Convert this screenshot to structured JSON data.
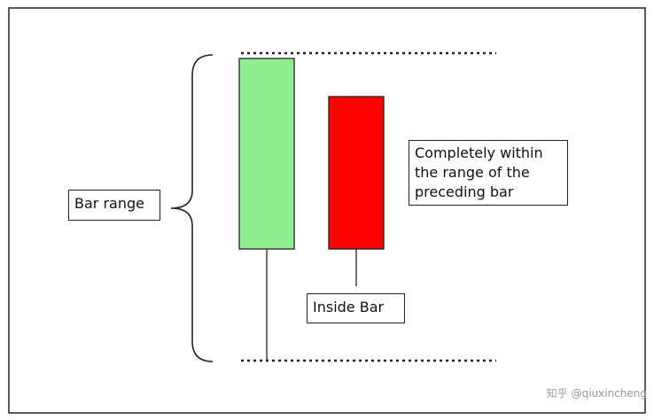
{
  "labels": {
    "bar_range": "Bar range",
    "inside_bar": "Inside Bar",
    "note_line1": "Completely within",
    "note_line2": "the range of the",
    "note_line3": "preceding bar"
  },
  "watermark": "知乎 @qiuxincheng",
  "colors": {
    "frame": "#222222",
    "mother_bar_fill": "#90ee90",
    "inside_bar_fill": "#ff0000",
    "line": "#222222"
  }
}
